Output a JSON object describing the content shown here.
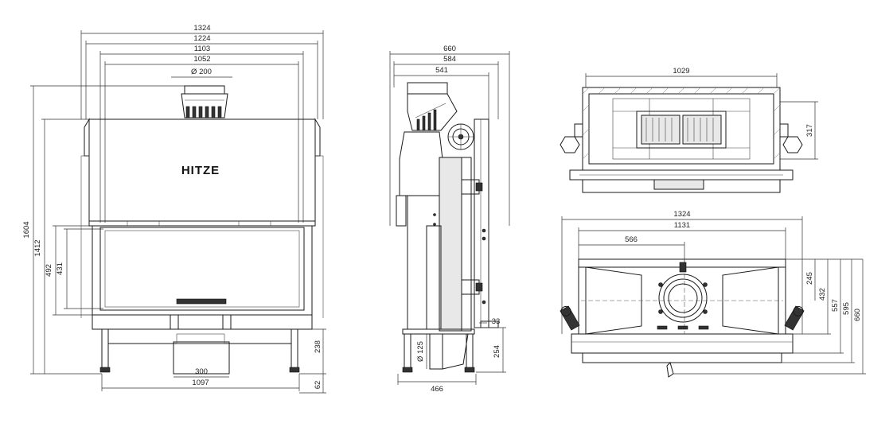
{
  "front": {
    "brand": "HITZE",
    "dims_top": [
      "1324",
      "1224",
      "1103",
      "1052"
    ],
    "flue_diameter": "Ø 200",
    "height_total": "1604",
    "height_inner": "1412",
    "door_height": "492",
    "glass_height": "431",
    "base_height": "238",
    "foot_height": "62",
    "base_width": "1097",
    "air_inlet_width": "300"
  },
  "side": {
    "dims_top": [
      "660",
      "584",
      "541"
    ],
    "bottom_width": "466",
    "air_diameter": "Ø 125",
    "air_height": "254",
    "offset": "33"
  },
  "top": {
    "width": "1029",
    "depth": "317"
  },
  "bottom": {
    "widths": [
      "1324",
      "1131"
    ],
    "center_offset": "566",
    "depths": [
      "245",
      "432",
      "557",
      "595",
      "660"
    ]
  }
}
